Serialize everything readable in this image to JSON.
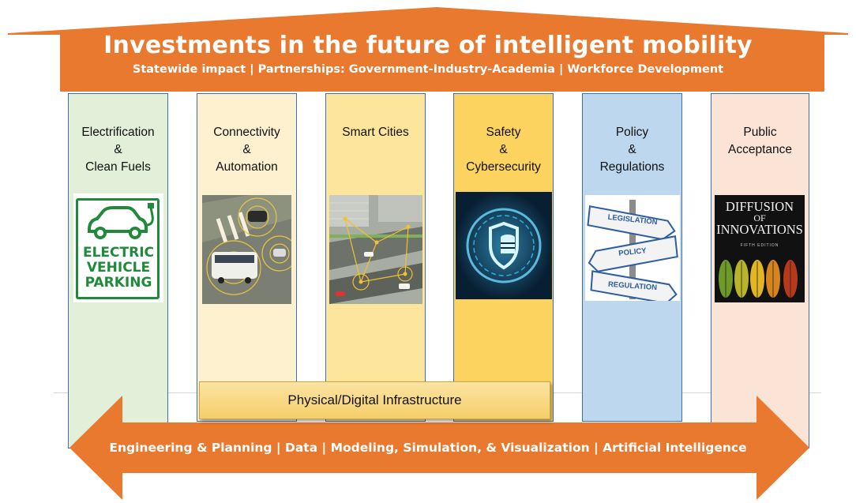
{
  "roof": {
    "title": "Investments in the future of intelligent mobility",
    "subtitle": "Statewide impact | Partnerships: Government-Industry-Academia | Workforce Development",
    "color": "#e8792f"
  },
  "pillars": [
    {
      "label_lines": [
        "Electrification",
        "&",
        "Clean Fuels"
      ],
      "color": "#e2efd9",
      "image": "ev-parking-sign",
      "sign_lines": [
        "ELECTRIC",
        "VEHICLE",
        "PARKING"
      ]
    },
    {
      "label_lines": [
        "Connectivity",
        "&",
        "Automation"
      ],
      "color": "#fdf1cf",
      "image": "connected-vehicles-photo"
    },
    {
      "label_lines": [
        "Smart Cities"
      ],
      "color": "#fde59b",
      "image": "smart-city-photo"
    },
    {
      "label_lines": [
        "Safety",
        "&",
        "Cybersecurity"
      ],
      "color": "#fcd35f",
      "image": "cybersecurity-shield"
    },
    {
      "label_lines": [
        "Policy",
        "&",
        "Regulations"
      ],
      "color": "#bdd7ee",
      "image": "road-signs",
      "sign_lines": [
        "LEGISLATION",
        "POLICY",
        "REGULATION"
      ]
    },
    {
      "label_lines": [
        "Public",
        "Acceptance"
      ],
      "color": "#fbe4d5",
      "image": "book-cover",
      "book_title_lines": [
        "DIFFUSION",
        "OF",
        "INNOVATIONS"
      ],
      "book_edition": "FIFTH EDITION"
    }
  ],
  "infrastructure": {
    "label": "Physical/Digital Infrastructure"
  },
  "foundation_arrow": {
    "label": "Engineering & Planning | Data | Modeling, Simulation, & Visualization | Artificial Intelligence",
    "color": "#e8792f"
  }
}
